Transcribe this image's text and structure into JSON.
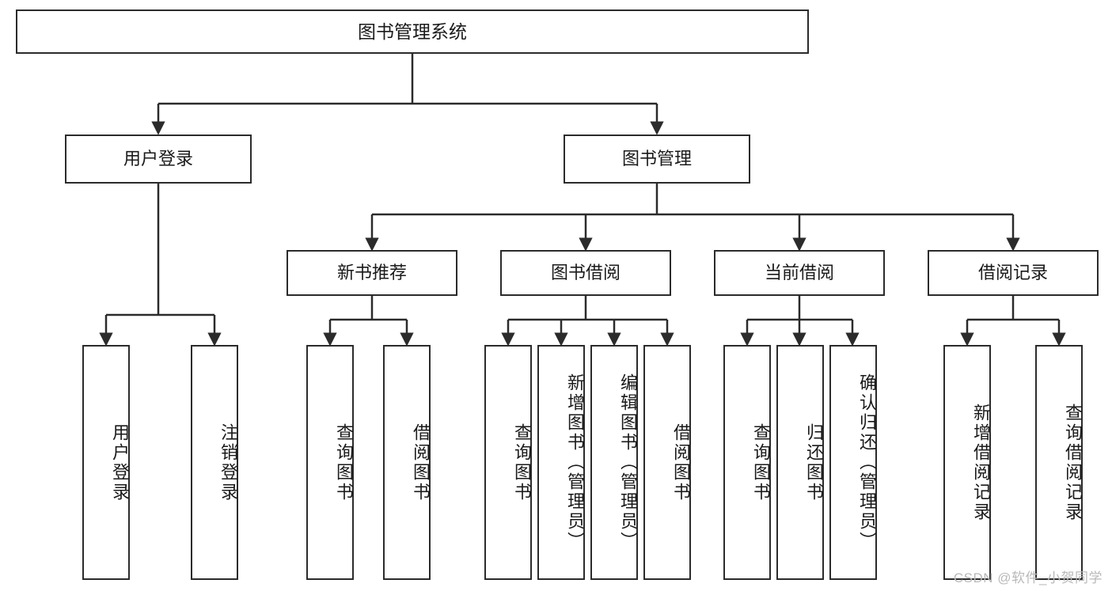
{
  "diagram": {
    "title": "图书管理系统",
    "watermark": "CSDN @软件_小贺同学",
    "colors": {
      "stroke": "#2b2b2b",
      "fill": "#ffffff",
      "text": "#1a1a1a",
      "watermark": "#b9b9b9"
    }
  },
  "root": {
    "label": "图书管理系统"
  },
  "level2": [
    {
      "label": "用户登录"
    },
    {
      "label": "图书管理"
    }
  ],
  "level3": [
    {
      "label": "新书推荐"
    },
    {
      "label": "图书借阅"
    },
    {
      "label": "当前借阅"
    },
    {
      "label": "借阅记录"
    }
  ],
  "leaves": {
    "user_login": [
      {
        "label": "用户登录"
      },
      {
        "label": "注销登录"
      }
    ],
    "new_book": [
      {
        "label": "查询图书"
      },
      {
        "label": "借阅图书"
      }
    ],
    "book_borrow": [
      {
        "label": "查询图书"
      },
      {
        "label": "新增图书（管理员）"
      },
      {
        "label": "编辑图书（管理员）"
      },
      {
        "label": "借阅图书"
      }
    ],
    "current_borrow": [
      {
        "label": "查询图书"
      },
      {
        "label": "归还图书"
      },
      {
        "label": "确认归还（管理员）"
      }
    ],
    "borrow_record": [
      {
        "label": "新增借阅记录"
      },
      {
        "label": "查询借阅记录"
      }
    ]
  }
}
